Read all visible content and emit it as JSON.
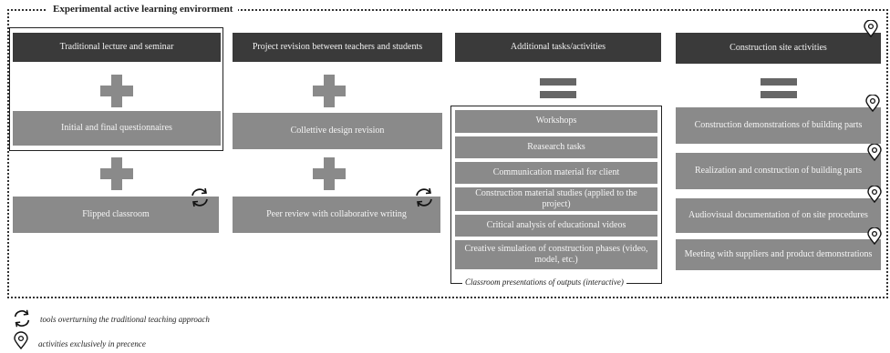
{
  "frame_title": "Experimental active learning envirorment",
  "column1": {
    "header": "Traditional lecture and seminar",
    "item": "Initial and final questionnaires",
    "bottom": "Flipped classroom"
  },
  "column2": {
    "header": "Project revision between teachers and students",
    "item": "Collettive design revision",
    "bottom": "Peer review with collaborative writing"
  },
  "column3": {
    "header": "Additional tasks/activities",
    "items": [
      "Workshops",
      "Reasearch tasks",
      "Communication material for client",
      "Construction material studies (applied to the project)",
      "Critical analysis of educational videos",
      "Creative simulation of construction phases (video, model, etc.)"
    ],
    "caption": "Classroom presentations of outputs (interactive)"
  },
  "column4": {
    "header": "Construction site activities",
    "items": [
      "Construction demonstrations of building parts",
      "Realization and construction of building parts",
      "Audiovisual documentation of on site procedures",
      "Meeting with suppliers and product demonstrations"
    ]
  },
  "legend": {
    "cycle": "tools overturning the traditional teaching approach",
    "pin": "activities exclusively in precence"
  },
  "icons": {
    "cycle": "cycle-arrows-icon",
    "pin": "location-pin-icon"
  },
  "colors": {
    "dark_box": "#3a3a3a",
    "mid_box": "#8a8a8a"
  }
}
